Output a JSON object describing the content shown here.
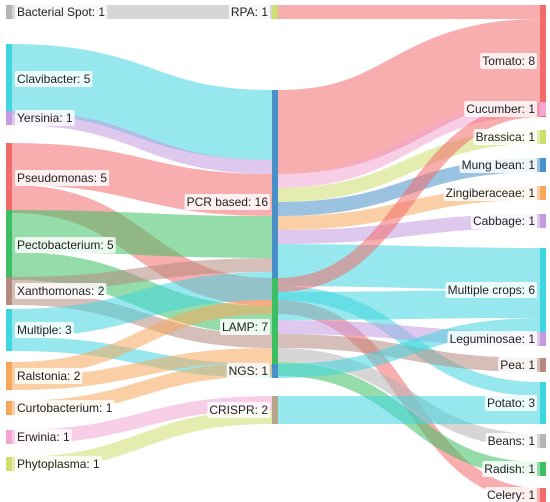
{
  "chart_data": {
    "type": "sankey",
    "title": "",
    "nodes": [
      {
        "id": "bacterial_spot",
        "label": "Bacterial Spot: 1",
        "column": 0,
        "color": "#b5b5b5"
      },
      {
        "id": "clavibacter",
        "label": "Clavibacter: 5",
        "column": 0,
        "color": "#3fd6e0"
      },
      {
        "id": "yersinia",
        "label": "Yersinia: 1",
        "column": 0,
        "color": "#c59be0"
      },
      {
        "id": "pseudomonas",
        "label": "Pseudomonas: 5",
        "column": 0,
        "color": "#f26b6b"
      },
      {
        "id": "pectobacterium",
        "label": "Pectobacterium: 5",
        "column": 0,
        "color": "#3cbf63"
      },
      {
        "id": "xanthomonas",
        "label": "Xanthomonas: 2",
        "column": 0,
        "color": "#b48a80"
      },
      {
        "id": "multiple",
        "label": "Multiple: 3",
        "column": 0,
        "color": "#3fd6e0"
      },
      {
        "id": "ralstonia",
        "label": "Ralstonia: 2",
        "column": 0,
        "color": "#f5a85c"
      },
      {
        "id": "curtobacterium",
        "label": "Curtobacterium: 1",
        "column": 0,
        "color": "#f5a85c"
      },
      {
        "id": "erwinia",
        "label": "Erwinia: 1",
        "column": 0,
        "color": "#f3a6d1"
      },
      {
        "id": "phytoplasma",
        "label": "Phytoplasma: 1",
        "column": 0,
        "color": "#cfdc6f"
      },
      {
        "id": "rpa",
        "label": "RPA: 1",
        "column": 1,
        "color": "#cfdc6f"
      },
      {
        "id": "pcr",
        "label": "PCR based: 16",
        "column": 1,
        "color": "#4a90c8"
      },
      {
        "id": "lamp",
        "label": "LAMP: 7",
        "column": 1,
        "color": "#3cbf63"
      },
      {
        "id": "ngs",
        "label": "NGS: 1",
        "column": 1,
        "color": "#4a90c8"
      },
      {
        "id": "crispr",
        "label": "CRISPR: 2",
        "column": 1,
        "color": "#b5a58a"
      },
      {
        "id": "tomato",
        "label": "Tomato: 8",
        "column": 2,
        "color": "#f26b6b"
      },
      {
        "id": "cucumber",
        "label": "Cucumber: 1",
        "column": 2,
        "color": "#f3a6d1"
      },
      {
        "id": "brassica",
        "label": "Brassica: 1",
        "column": 2,
        "color": "#cfdc6f"
      },
      {
        "id": "mung_bean",
        "label": "Mung bean: 1",
        "column": 2,
        "color": "#4a90c8"
      },
      {
        "id": "zingiberaceae",
        "label": "Zingiberaceae: 1",
        "column": 2,
        "color": "#f5a85c"
      },
      {
        "id": "cabbage",
        "label": "Cabbage: 1",
        "column": 2,
        "color": "#c59be0"
      },
      {
        "id": "multiple_crops",
        "label": "Multiple crops: 6",
        "column": 2,
        "color": "#3fd6e0"
      },
      {
        "id": "leguminosae",
        "label": "Leguminosae: 1",
        "column": 2,
        "color": "#c59be0"
      },
      {
        "id": "pea",
        "label": "Pea: 1",
        "column": 2,
        "color": "#b48a80"
      },
      {
        "id": "potato",
        "label": "Potato: 3",
        "column": 2,
        "color": "#3fd6e0"
      },
      {
        "id": "beans",
        "label": "Beans: 1",
        "column": 2,
        "color": "#b5b5b5"
      },
      {
        "id": "radish",
        "label": "Radish: 1",
        "column": 2,
        "color": "#3cbf63"
      },
      {
        "id": "celery",
        "label": "Celery: 1",
        "column": 2,
        "color": "#f26b6b"
      }
    ],
    "links": [
      {
        "source": "bacterial_spot",
        "target": "rpa",
        "value": 1,
        "color": "#b5b5b5"
      },
      {
        "source": "clavibacter",
        "target": "pcr",
        "value": 5,
        "color": "#3fd6e0"
      },
      {
        "source": "yersinia",
        "target": "pcr",
        "value": 1,
        "color": "#c59be0"
      },
      {
        "source": "pseudomonas",
        "target": "pcr",
        "value": 3,
        "color": "#f26b6b"
      },
      {
        "source": "pseudomonas",
        "target": "lamp",
        "value": 2,
        "color": "#f26b6b"
      },
      {
        "source": "pectobacterium",
        "target": "pcr",
        "value": 3,
        "color": "#3cbf63"
      },
      {
        "source": "pectobacterium",
        "target": "lamp",
        "value": 2,
        "color": "#3cbf63"
      },
      {
        "source": "xanthomonas",
        "target": "pcr",
        "value": 1,
        "color": "#b48a80"
      },
      {
        "source": "xanthomonas",
        "target": "lamp",
        "value": 1,
        "color": "#b48a80"
      },
      {
        "source": "multiple",
        "target": "pcr",
        "value": 2,
        "color": "#3fd6e0"
      },
      {
        "source": "multiple",
        "target": "ngs",
        "value": 1,
        "color": "#3fd6e0"
      },
      {
        "source": "ralstonia",
        "target": "pcr",
        "value": 1,
        "color": "#f5a85c"
      },
      {
        "source": "ralstonia",
        "target": "lamp",
        "value": 1,
        "color": "#f5a85c"
      },
      {
        "source": "curtobacterium",
        "target": "lamp",
        "value": 1,
        "color": "#f5a85c"
      },
      {
        "source": "erwinia",
        "target": "crispr",
        "value": 1,
        "color": "#f3a6d1"
      },
      {
        "source": "phytoplasma",
        "target": "crispr",
        "value": 1,
        "color": "#cfdc6f"
      },
      {
        "source": "rpa",
        "target": "tomato",
        "value": 1,
        "color": "#f26b6b"
      },
      {
        "source": "pcr",
        "target": "tomato",
        "value": 6,
        "color": "#f26b6b"
      },
      {
        "source": "pcr",
        "target": "cucumber",
        "value": 1,
        "color": "#f3a6d1"
      },
      {
        "source": "pcr",
        "target": "brassica",
        "value": 1,
        "color": "#cfdc6f"
      },
      {
        "source": "pcr",
        "target": "mung_bean",
        "value": 1,
        "color": "#4a90c8"
      },
      {
        "source": "pcr",
        "target": "zingiberaceae",
        "value": 1,
        "color": "#f5a85c"
      },
      {
        "source": "pcr",
        "target": "cabbage",
        "value": 1,
        "color": "#c59be0"
      },
      {
        "source": "pcr",
        "target": "multiple_crops",
        "value": 3,
        "color": "#3fd6e0"
      },
      {
        "source": "pcr",
        "target": "potato",
        "value": 1,
        "color": "#3fd6e0"
      },
      {
        "source": "pcr",
        "target": "celery",
        "value": 1,
        "color": "#f26b6b"
      },
      {
        "source": "lamp",
        "target": "tomato",
        "value": 1,
        "color": "#f26b6b"
      },
      {
        "source": "lamp",
        "target": "multiple_crops",
        "value": 2,
        "color": "#3fd6e0"
      },
      {
        "source": "lamp",
        "target": "leguminosae",
        "value": 1,
        "color": "#c59be0"
      },
      {
        "source": "lamp",
        "target": "pea",
        "value": 1,
        "color": "#b48a80"
      },
      {
        "source": "lamp",
        "target": "beans",
        "value": 1,
        "color": "#b5b5b5"
      },
      {
        "source": "lamp",
        "target": "radish",
        "value": 1,
        "color": "#3cbf63"
      },
      {
        "source": "ngs",
        "target": "multiple_crops",
        "value": 1,
        "color": "#3fd6e0"
      },
      {
        "source": "crispr",
        "target": "potato",
        "value": 2,
        "color": "#3fd6e0"
      }
    ]
  }
}
